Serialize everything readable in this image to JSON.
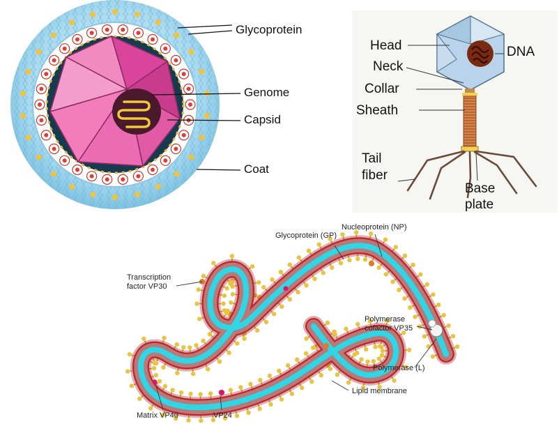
{
  "enveloped_virus": {
    "labels": {
      "glycoprotein": "Glycoprotein",
      "genome": "Genome",
      "capsid": "Capsid",
      "coat": "Coat"
    }
  },
  "bacteriophage": {
    "labels": {
      "head": "Head",
      "dna": "DNA",
      "neck": "Neck",
      "collar": "Collar",
      "sheath": "Sheath",
      "tail_fiber_line1": "Tail",
      "tail_fiber_line2": "fiber",
      "base_plate_line1": "Base",
      "base_plate_line2": "plate"
    }
  },
  "ebola_virus": {
    "labels": {
      "glycoprotein": "Glycoprotein (GP)",
      "nucleoprotein": "Nucleoprotein (NP)",
      "transcription_line1": "Transcription",
      "transcription_line2": "factor VP30",
      "polymerase_cofactor_line1": "Polymerase",
      "polymerase_cofactor_line2": "cofactor VP35",
      "polymerase": "Polymerase (L)",
      "lipid_membrane": "Lipid membrane",
      "matrix": "Matrix VP40",
      "vp24": "VP24"
    }
  },
  "colors": {
    "envelope_blue": "#9fd3ea",
    "capsid_pink": "#e85aa8",
    "ebola_cyan": "#2fd6e6",
    "ebola_membrane_red": "#c2262a",
    "spike_yellow": "#e9c443"
  }
}
